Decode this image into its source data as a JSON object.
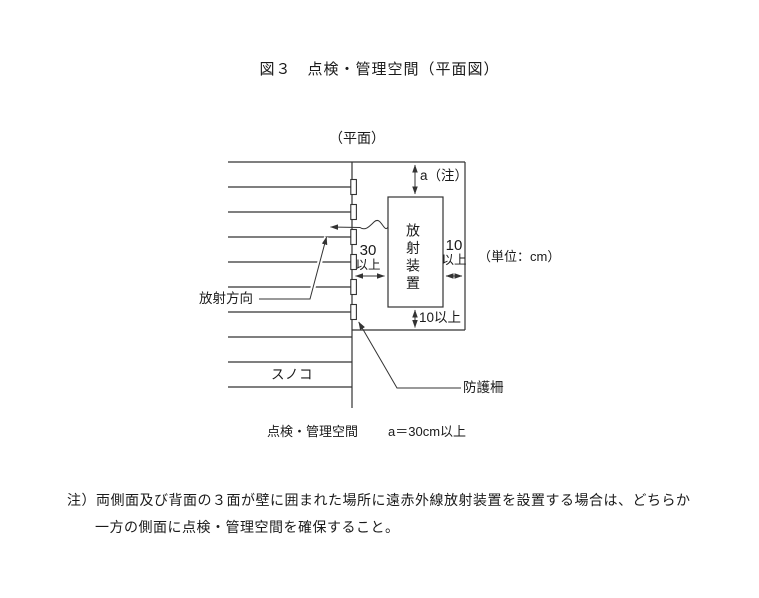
{
  "figure": {
    "title": "図３　点検・管理空間（平面図）",
    "plan_label": "（平面）",
    "unit_label": "（単位：cm）",
    "caption": {
      "label": "点検・管理空間",
      "value": "a＝30cm以上"
    }
  },
  "diagram": {
    "device_label": "放射装置",
    "dim_top_label": "a（注）",
    "dim_left": {
      "value": "30",
      "suffix": "以上"
    },
    "dim_right": {
      "value": "10",
      "suffix": "以上"
    },
    "dim_bottom_label": "10以上",
    "radiation_direction_label": "放射方向",
    "duckboard_label": "スノコ",
    "fence_label": "防護柵"
  },
  "note": {
    "line1": "注）両側面及び背面の３面が壁に囲まれた場所に遠赤外線放射装置を設置する場合は、どちらか",
    "line2": "一方の側面に点検・管理空間を確保すること。"
  },
  "colors": {
    "background": "#ffffff",
    "line": "#333333",
    "text": "#1a1a1a"
  }
}
